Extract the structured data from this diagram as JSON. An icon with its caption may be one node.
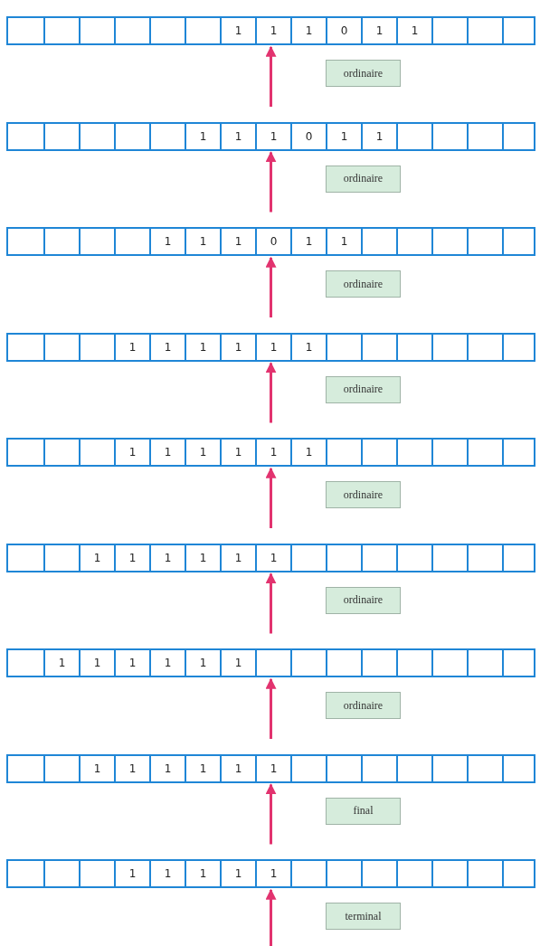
{
  "diagram": {
    "nodes": [
      {
        "text": [
          "1",
          "1",
          "1",
          "0",
          "1",
          "1"
        ]
      },
      {
        "text": [
          "ordinaire"
        ]
      },
      {
        "text": [
          "1",
          "1",
          "1",
          "0",
          "1",
          "1"
        ]
      },
      {
        "text": [
          "ordinaire"
        ]
      },
      {
        "text": [
          "1",
          "1",
          "1",
          "0",
          "1",
          "1"
        ]
      },
      {
        "text": [
          "ordinaire"
        ]
      },
      {
        "text": [
          "1",
          "1",
          "1",
          "1",
          "1",
          "1"
        ]
      },
      {
        "text": [
          "ordinaire"
        ]
      },
      {
        "text": [
          "1",
          "1",
          "1",
          "1",
          "1",
          "1"
        ]
      },
      {
        "text": [
          "ordinaire"
        ]
      },
      {
        "text": [
          "1",
          "1",
          "1",
          "1",
          "1",
          "1"
        ]
      },
      {
        "text": [
          "ordinaire"
        ]
      },
      {
        "text": [
          "1",
          "1",
          "1",
          "1",
          "1",
          "1"
        ]
      },
      {
        "text": [
          "ordinaire"
        ]
      },
      {
        "text": [
          "1",
          "1",
          "1",
          "1",
          "1",
          "1"
        ]
      },
      {
        "text": [
          "final"
        ]
      },
      {
        "text": [
          "1",
          "1",
          "1",
          "1",
          "1"
        ]
      },
      {
        "text": [
          "terminal"
        ]
      }
    ],
    "edges": [
      {
        "from": null,
        "to": 0,
        "arrow": "to"
      },
      {
        "from": null,
        "to": 2,
        "arrow": "to"
      },
      {
        "from": null,
        "to": 4,
        "arrow": "to"
      },
      {
        "from": null,
        "to": 6,
        "arrow": "to"
      },
      {
        "from": null,
        "to": 8,
        "arrow": "to"
      },
      {
        "from": null,
        "to": 10,
        "arrow": "to"
      },
      {
        "from": null,
        "to": 12,
        "arrow": "to"
      },
      {
        "from": null,
        "to": 14,
        "arrow": "to"
      },
      {
        "from": null,
        "to": 16,
        "arrow": "to"
      }
    ]
  }
}
